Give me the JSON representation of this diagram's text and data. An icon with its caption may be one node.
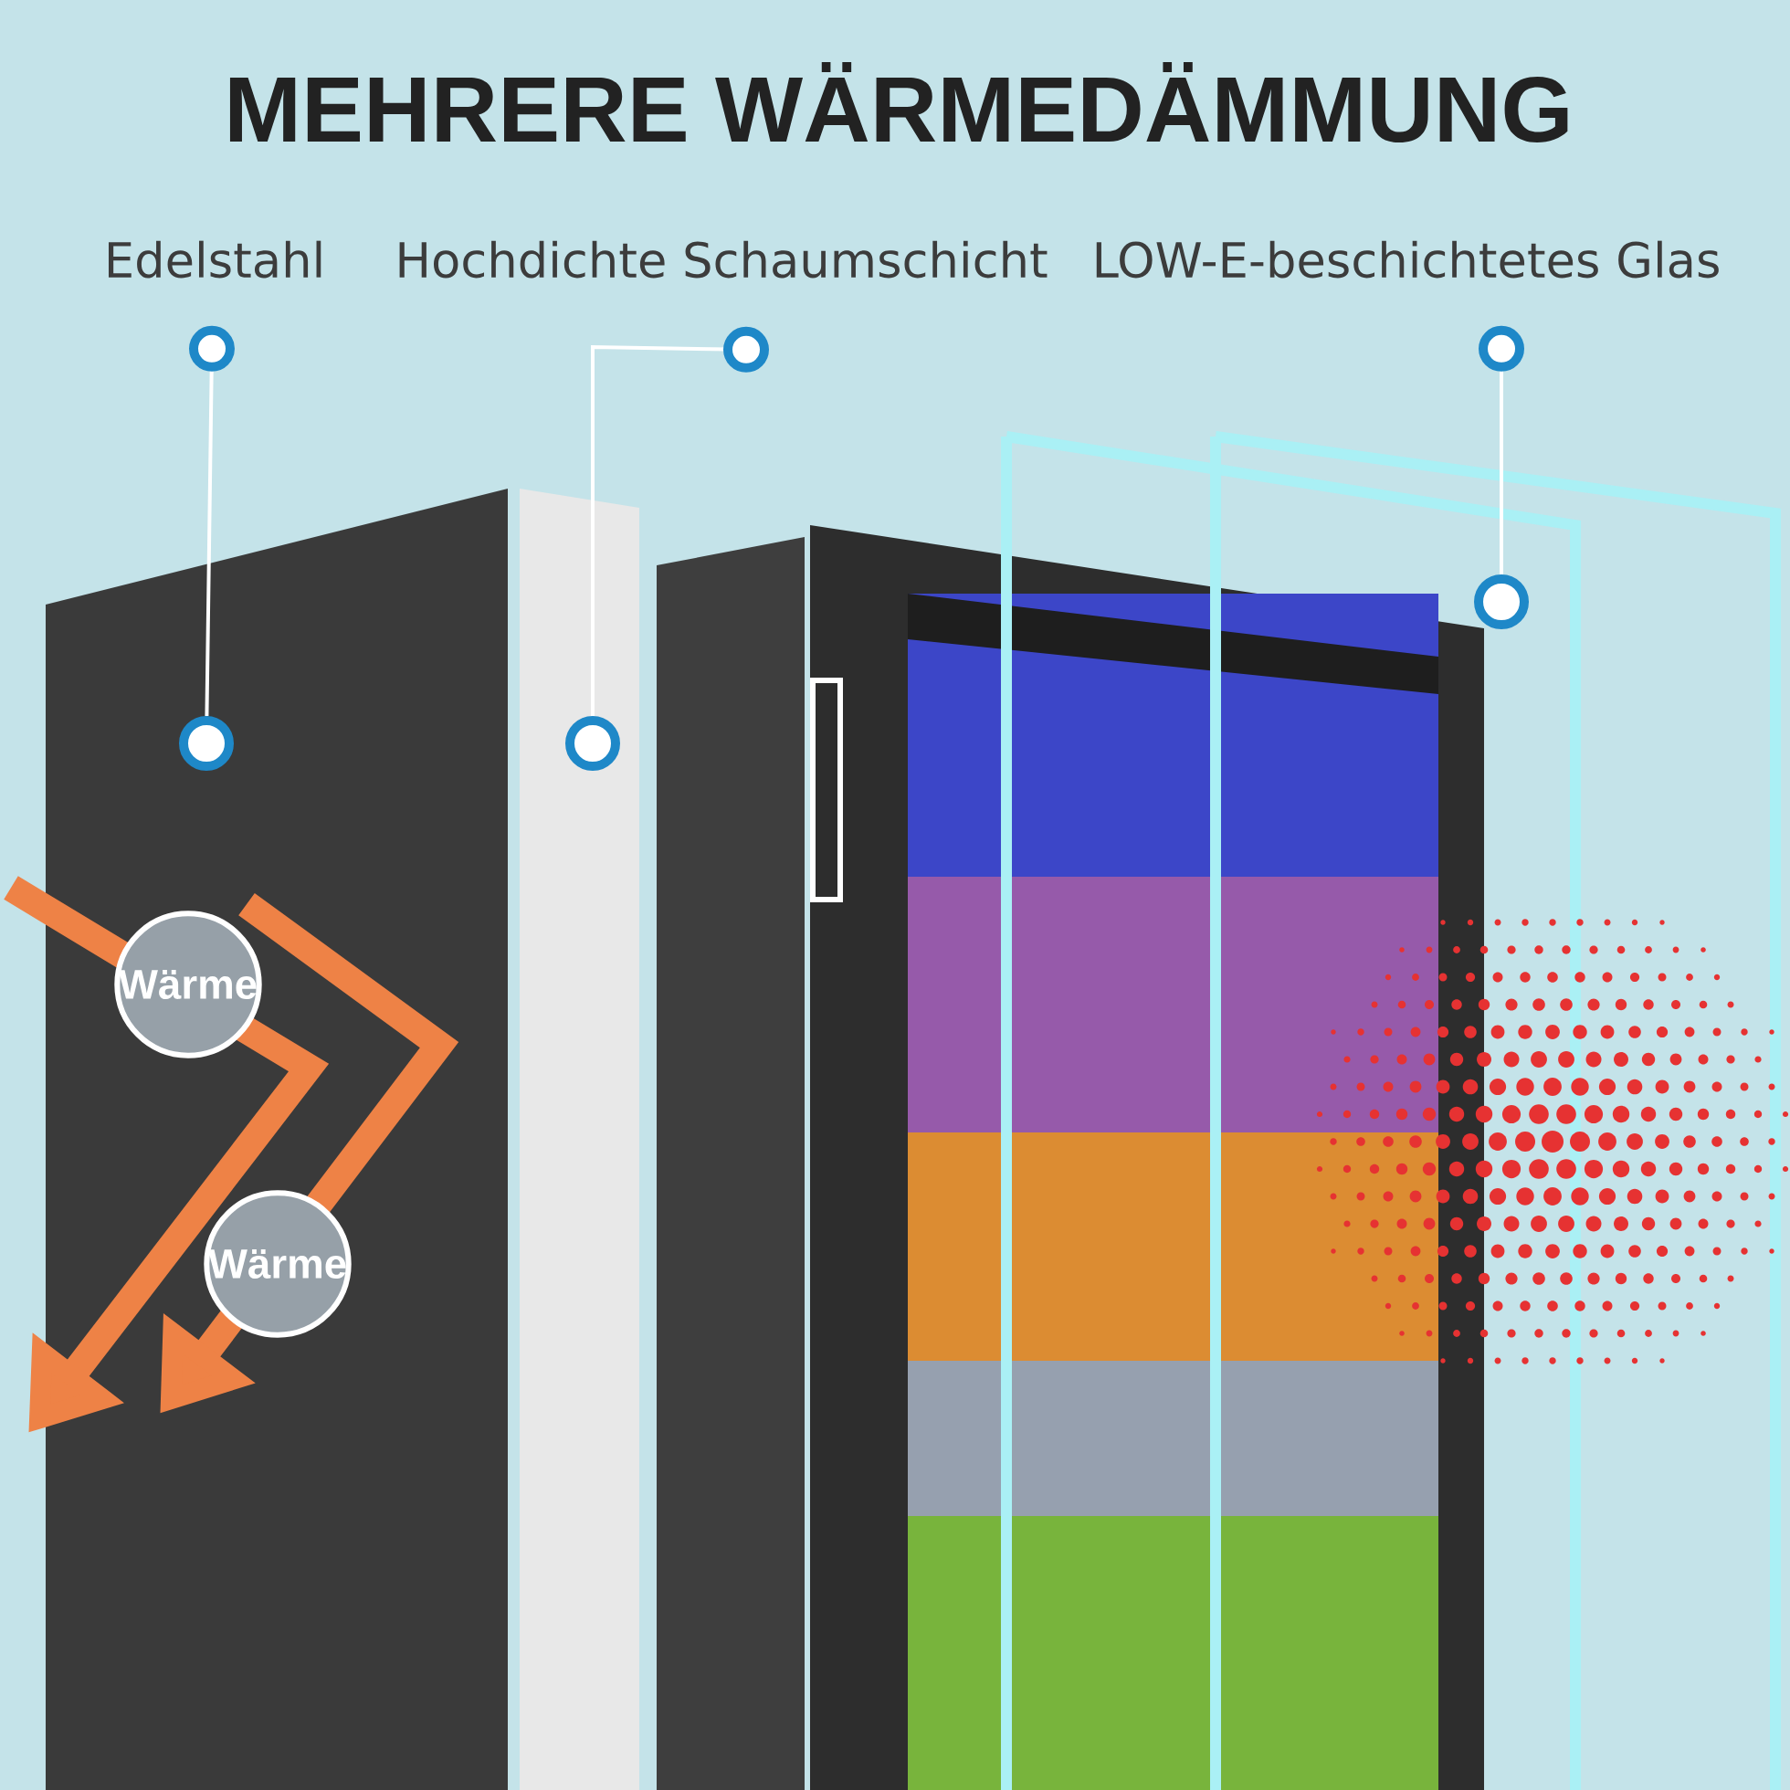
{
  "diagram": {
    "title": "MEHRERE WÄRMEDÄMMUNG",
    "nodes": [
      {
        "text": [
          "Edelstahl"
        ]
      },
      {
        "text": [
          "Hochdichte Schaumschicht"
        ]
      },
      {
        "text": [
          "LOW-E-beschichtetes Glas"
        ]
      },
      {
        "text": [],
        "shape": "circle"
      },
      {
        "text": [],
        "shape": "circle"
      },
      {
        "text": [],
        "shape": "circle"
      },
      {
        "text": [
          "Wärme"
        ]
      },
      {
        "text": [
          "Wärme"
        ]
      }
    ],
    "edges": [
      {
        "from": 0,
        "to": 3,
        "arrow": "other"
      },
      {
        "from": 1,
        "to": 4,
        "arrow": "other"
      },
      {
        "from": 2,
        "to": 5,
        "arrow": "other"
      }
    ]
  }
}
